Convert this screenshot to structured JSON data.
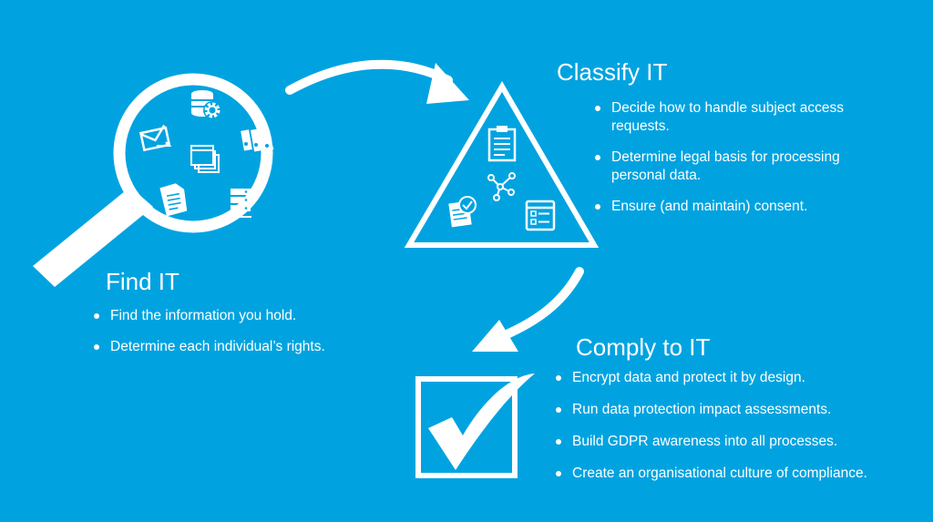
{
  "colors": {
    "background": "#00a3e0",
    "foreground": "#ffffff"
  },
  "find": {
    "title": "Find IT",
    "bullets": [
      "Find the information you hold.",
      "Determine each individual’s rights."
    ]
  },
  "classify": {
    "title": "Classify IT",
    "bullets": [
      "Decide how to handle subject access requests.",
      "Determine legal basis for processing personal data.",
      "Ensure (and maintain) consent."
    ]
  },
  "comply": {
    "title": "Comply to IT",
    "bullets": [
      "Encrypt data and protect it by design.",
      "Run data protection impact assessments.",
      "Build GDPR awareness into all processes.",
      "Create an organisational culture of compliance."
    ]
  },
  "icons": {
    "find": [
      "magnifying-glass-icon",
      "database-gear-icon",
      "mail-icon",
      "folders-icon",
      "binders-icon",
      "document-icon",
      "server-network-icon"
    ],
    "classify": [
      "triangle-icon",
      "clipboard-icon",
      "network-nodes-icon",
      "document-approved-icon",
      "checklist-form-icon"
    ],
    "comply": [
      "checkbox-checked-icon"
    ],
    "flow": [
      "arrow-find-to-classify",
      "arrow-classify-to-comply"
    ]
  }
}
